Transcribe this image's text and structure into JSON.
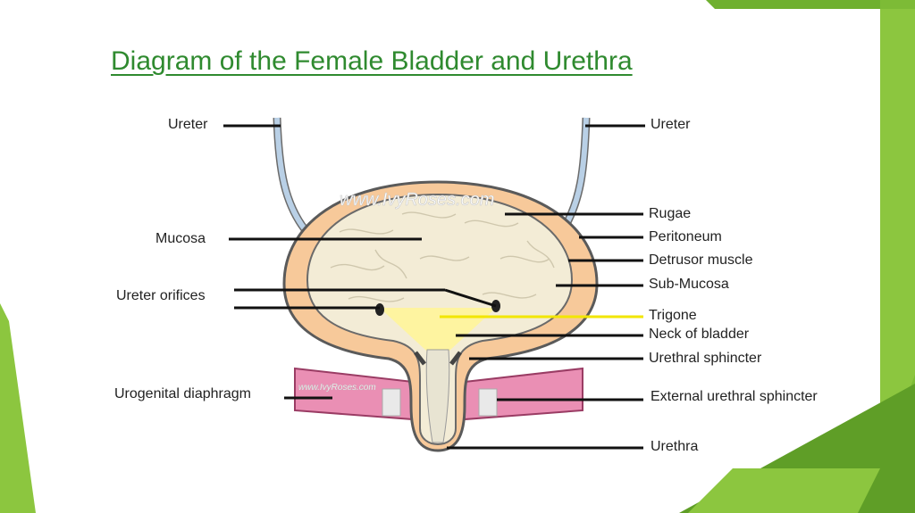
{
  "title": "Diagram of the Female Bladder and Urethra",
  "watermark": "www.IvyRoses.com",
  "colors": {
    "title": "#2f8a2f",
    "accent_green": "#8cc63f",
    "bladder_wall": "#f7c99a",
    "mucosa": "#f3ecd6",
    "ureter": "#b9d0e6",
    "trigone": "#fff59a",
    "diaphragm": "#ea8fb4",
    "leader_line": "#111111",
    "trigone_line": "#f2e600"
  },
  "labels": {
    "ureter_left": "Ureter",
    "ureter_right": "Ureter",
    "mucosa": "Mucosa",
    "ureter_orifices": "Ureter orifices",
    "urogenital_diaphragm": "Urogenital diaphragm",
    "rugae": "Rugae",
    "peritoneum": "Peritoneum",
    "detrusor_muscle": "Detrusor muscle",
    "sub_mucosa": "Sub-Mucosa",
    "trigone": "Trigone",
    "neck_of_bladder": "Neck of bladder",
    "urethral_sphincter": "Urethral sphincter",
    "external_urethral_sphincter": "External urethral sphincter",
    "urethra": "Urethra"
  }
}
